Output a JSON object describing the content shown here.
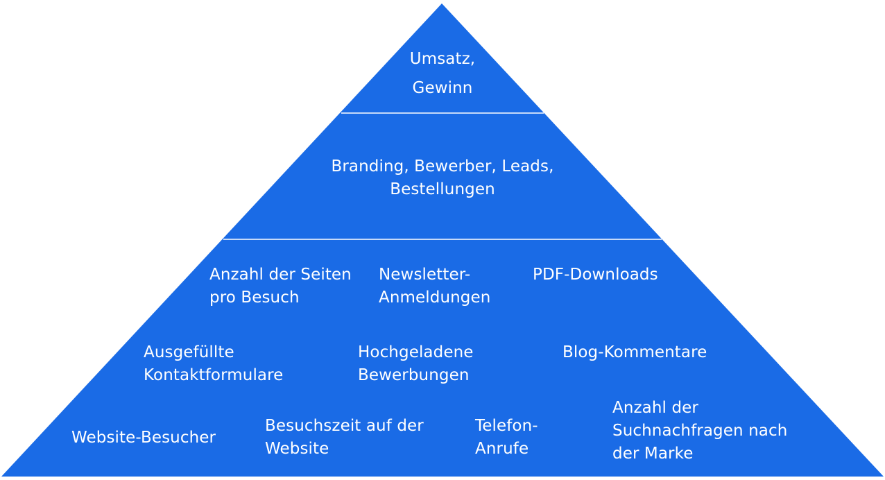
{
  "colors": {
    "fill": "#1a6be6",
    "divider": "#ffffff",
    "text": "#ffffff"
  },
  "pyramid": {
    "top": {
      "label": "Umsatz,\nGewinn"
    },
    "middle": {
      "label": "Branding, Bewerber, Leads,\nBestellungen"
    },
    "bottom": {
      "items": [
        "Anzahl der Seiten\npro Besuch",
        "Newsletter-\nAnmeldungen",
        "PDF-Downloads",
        "Ausgefüllte\nKontaktformulare",
        "Hochgeladene\nBewerbungen",
        "Blog-Kommentare",
        "Website-Besucher",
        "Besuchszeit auf der\nWebsite",
        "Telefon-\nAnrufe",
        "Anzahl der\nSuchnachfragen nach\nder Marke"
      ]
    }
  }
}
